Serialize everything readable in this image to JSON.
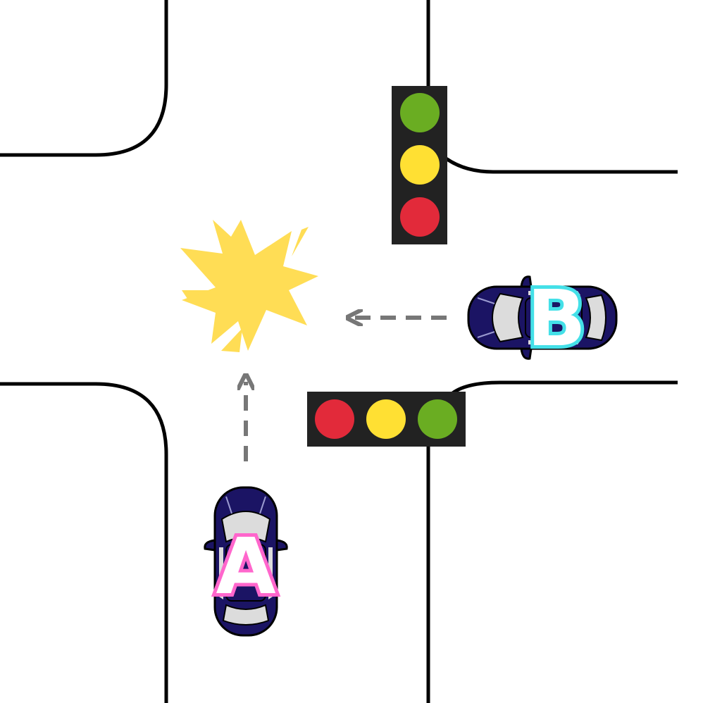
{
  "cars": [
    {
      "id": "A",
      "label": "A",
      "label_color": "#ff66cc",
      "body_color": "#1b1464",
      "heading": "north"
    },
    {
      "id": "B",
      "label": "B",
      "label_color": "#44e0e8",
      "body_color": "#1b1464",
      "heading": "west"
    }
  ],
  "traffic_lights": [
    {
      "id": "north-east",
      "orientation": "vertical",
      "lamps": [
        "#6aad22",
        "#ffe033",
        "#e22a3a"
      ]
    },
    {
      "id": "south-east",
      "orientation": "horizontal",
      "lamps": [
        "#e22a3a",
        "#ffe033",
        "#6aad22"
      ]
    }
  ],
  "colors": {
    "background": "#ffffff",
    "curb": "#000000",
    "arrow": "#777777",
    "collision": "#ffdd55",
    "light_housing": "#222222"
  },
  "icons": {
    "collision": "explosion-icon",
    "arrow": "dashed-arrow-icon"
  }
}
